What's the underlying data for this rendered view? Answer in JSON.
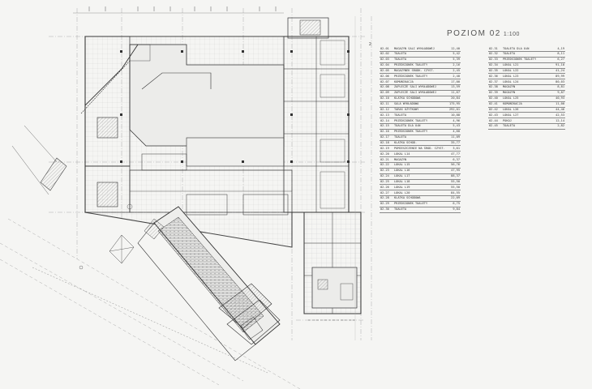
{
  "title": {
    "level": "POZIOM 02",
    "scale": "1:100"
  },
  "marker": "2",
  "table_left": [
    {
      "code": "02.01",
      "name": "MAGAZYN SALI WYKŁADOWEJ",
      "area": "12,40"
    },
    {
      "code": "02.02",
      "name": "TOALETA",
      "area": "5,42"
    },
    {
      "code": "02.03",
      "name": "TOALETA",
      "area": "5,39"
    },
    {
      "code": "02.04",
      "name": "PRZEDSIONEK TOALETY",
      "area": "2,16"
    },
    {
      "code": "02.05",
      "name": "MAGAZYNEK ŚRODK. CZYST.",
      "area": "2,45"
    },
    {
      "code": "02.06",
      "name": "PRZEDSIONEK TOALETY",
      "area": "2,40"
    },
    {
      "code": "02.07",
      "name": "KOMUNIKACJA",
      "area": "17,00"
    },
    {
      "code": "02.08",
      "name": "ZAPLECZE SALI WYKŁADOWEJ",
      "area": "13,59"
    },
    {
      "code": "02.09",
      "name": "ZAPLECZE SALI WYKŁADOWEJ",
      "area": "11,67"
    },
    {
      "code": "02.10",
      "name": "KLATKA SCHODOWA",
      "area": "20,84"
    },
    {
      "code": "02.11",
      "name": "SALA WYKŁADOWA",
      "area": "175,95"
    },
    {
      "code": "02.12",
      "name": "TARAS UŻYTKOWY",
      "area": "292,01"
    },
    {
      "code": "02.13",
      "name": "TOALETA",
      "area": "10,88"
    },
    {
      "code": "02.14",
      "name": "PRZEDSIONEK TOALETY",
      "area": "4,96"
    },
    {
      "code": "02.15",
      "name": "TOALETA DLA OiN",
      "area": "5,43"
    },
    {
      "code": "02.16",
      "name": "PRZEDSIONEK TOALETY",
      "area": "4,60"
    },
    {
      "code": "02.17",
      "name": "TOALETA",
      "area": "11,09"
    },
    {
      "code": "02.18",
      "name": "KLATKA SCHOD.",
      "area": "35,77"
    },
    {
      "code": "02.19",
      "name": "POMIESZCZENIE NA ŚROD. CZYST.",
      "area": "3,61"
    },
    {
      "code": "02.20",
      "name": "LOKAL L14",
      "area": "47,77"
    },
    {
      "code": "02.21",
      "name": "MAGAZYN",
      "area": "6,37"
    },
    {
      "code": "02.22",
      "name": "LOKAL L15",
      "area": "56,76"
    },
    {
      "code": "02.23",
      "name": "LOKAL L16",
      "area": "47,95"
    },
    {
      "code": "02.24",
      "name": "LOKAL L17",
      "area": "88,37"
    },
    {
      "code": "02.25",
      "name": "LOKAL L18",
      "area": "55,50"
    },
    {
      "code": "02.26",
      "name": "LOKAL L19",
      "area": "55,50"
    },
    {
      "code": "02.27",
      "name": "LOKAL L20",
      "area": "84,55"
    },
    {
      "code": "02.28",
      "name": "KLATKA SCHODOWA",
      "area": "22,09"
    },
    {
      "code": "02.29",
      "name": "PRZEDSIONEK TOALETY",
      "area": "6,75"
    },
    {
      "code": "02.30",
      "name": "TOALETA",
      "area": "9,84"
    }
  ],
  "table_right": [
    {
      "code": "02.31",
      "name": "TOALETA DLA OiN",
      "area": "4,19"
    },
    {
      "code": "02.32",
      "name": "TOALETA",
      "area": "8,11"
    },
    {
      "code": "02.33",
      "name": "PRZEDSIONEK TOALETY",
      "area": "6,27"
    },
    {
      "code": "02.34",
      "name": "LOKAL L21",
      "area": "91,10"
    },
    {
      "code": "02.35",
      "name": "LOKAL L22",
      "area": "41,24"
    },
    {
      "code": "02.36",
      "name": "LOKAL L23",
      "area": "89,99"
    },
    {
      "code": "02.37",
      "name": "LOKAL L24",
      "area": "80,03"
    },
    {
      "code": "02.38",
      "name": "MAGAZYN",
      "area": "8,81"
    },
    {
      "code": "02.39",
      "name": "MAGAZYN",
      "area": "9,87"
    },
    {
      "code": "02.40",
      "name": "LOKAL L25",
      "area": "40,93"
    },
    {
      "code": "02.41",
      "name": "KOMUNIKACJA",
      "area": "11,00"
    },
    {
      "code": "02.42",
      "name": "LOKAL L26",
      "area": "44,46"
    },
    {
      "code": "02.43",
      "name": "LOKAL L27",
      "area": "42,53"
    },
    {
      "code": "02.44",
      "name": "POKOJ",
      "area": "12,14"
    },
    {
      "code": "02.45",
      "name": "TOALETA",
      "area": "2,82"
    }
  ]
}
